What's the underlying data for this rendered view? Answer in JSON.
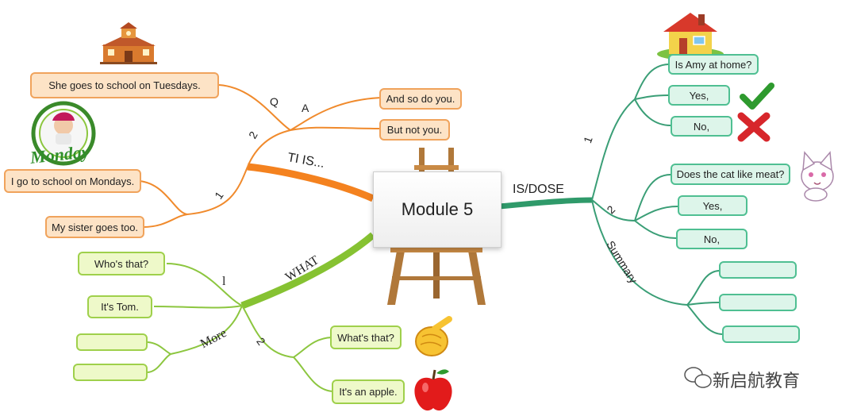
{
  "center": {
    "title": "Module 5"
  },
  "branches": {
    "top_left": {
      "label": "TI IS...",
      "sub1": "1",
      "sub2": "2",
      "q": "Q",
      "a": "A"
    },
    "bottom_left": {
      "label": "WHAT",
      "sub1": "l",
      "sub2": "2",
      "more": "More"
    },
    "right": {
      "label": "IS/DOSE",
      "sub1": "1",
      "sub2": "2",
      "summary": "Summary"
    }
  },
  "nodes": {
    "school_tuesdays": "She goes to school on Tuesdays.",
    "and_so": "And so do you.",
    "but_not": "But not you.",
    "school_mondays": "I go to school on Mondays.",
    "sister": "My sister goes too.",
    "whos_that": "Who's that?",
    "its_tom": "It's Tom.",
    "more_blank1": "",
    "more_blank2": "",
    "whats_that": "What's that?",
    "its_apple": "It's an apple.",
    "amy_home": "Is Amy at home?",
    "yes1": "Yes,",
    "no1": "No,",
    "cat_meat": "Does the cat like meat?",
    "yes2": "Yes,",
    "no2": "No,",
    "summary_blank1": "",
    "summary_blank2": "",
    "summary_blank3": ""
  },
  "images": {
    "monday_logo_text": "Monday"
  },
  "watermark": {
    "text": "新启航教育"
  },
  "colors": {
    "orange": "#f08a2c",
    "green": "#8cc63f",
    "teal": "#3a9e76"
  },
  "icons": [
    "school-building-icon",
    "monday-logo-icon",
    "easel-icon",
    "house-icon",
    "checkmark-icon",
    "cross-icon",
    "cat-icon",
    "pointing-hand-icon",
    "apple-icon",
    "wechat-icon"
  ]
}
